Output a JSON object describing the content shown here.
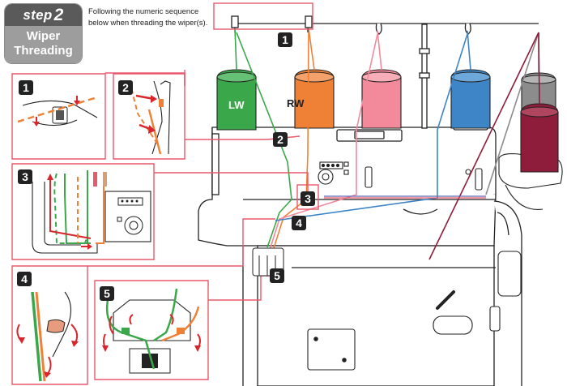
{
  "header": {
    "step_word": "step",
    "step_number": "2",
    "title_line1": "Wiper",
    "title_line2": "Threading"
  },
  "instructions": {
    "line1": "Following the numeric sequence",
    "line2": "below when threading the wiper(s)."
  },
  "spools": {
    "left_label": "LW",
    "right_label": "RW"
  },
  "steps": {
    "s1": "1",
    "s2": "2",
    "s3": "3",
    "s4": "4",
    "s5": "5"
  },
  "colors": {
    "frame": "#e8596b",
    "green": "#3aa84a",
    "orange": "#ef8137",
    "pink": "#f28a9b",
    "blue": "#3d85c7",
    "gray": "#8c8c8c",
    "maroon": "#8e1c3b"
  }
}
